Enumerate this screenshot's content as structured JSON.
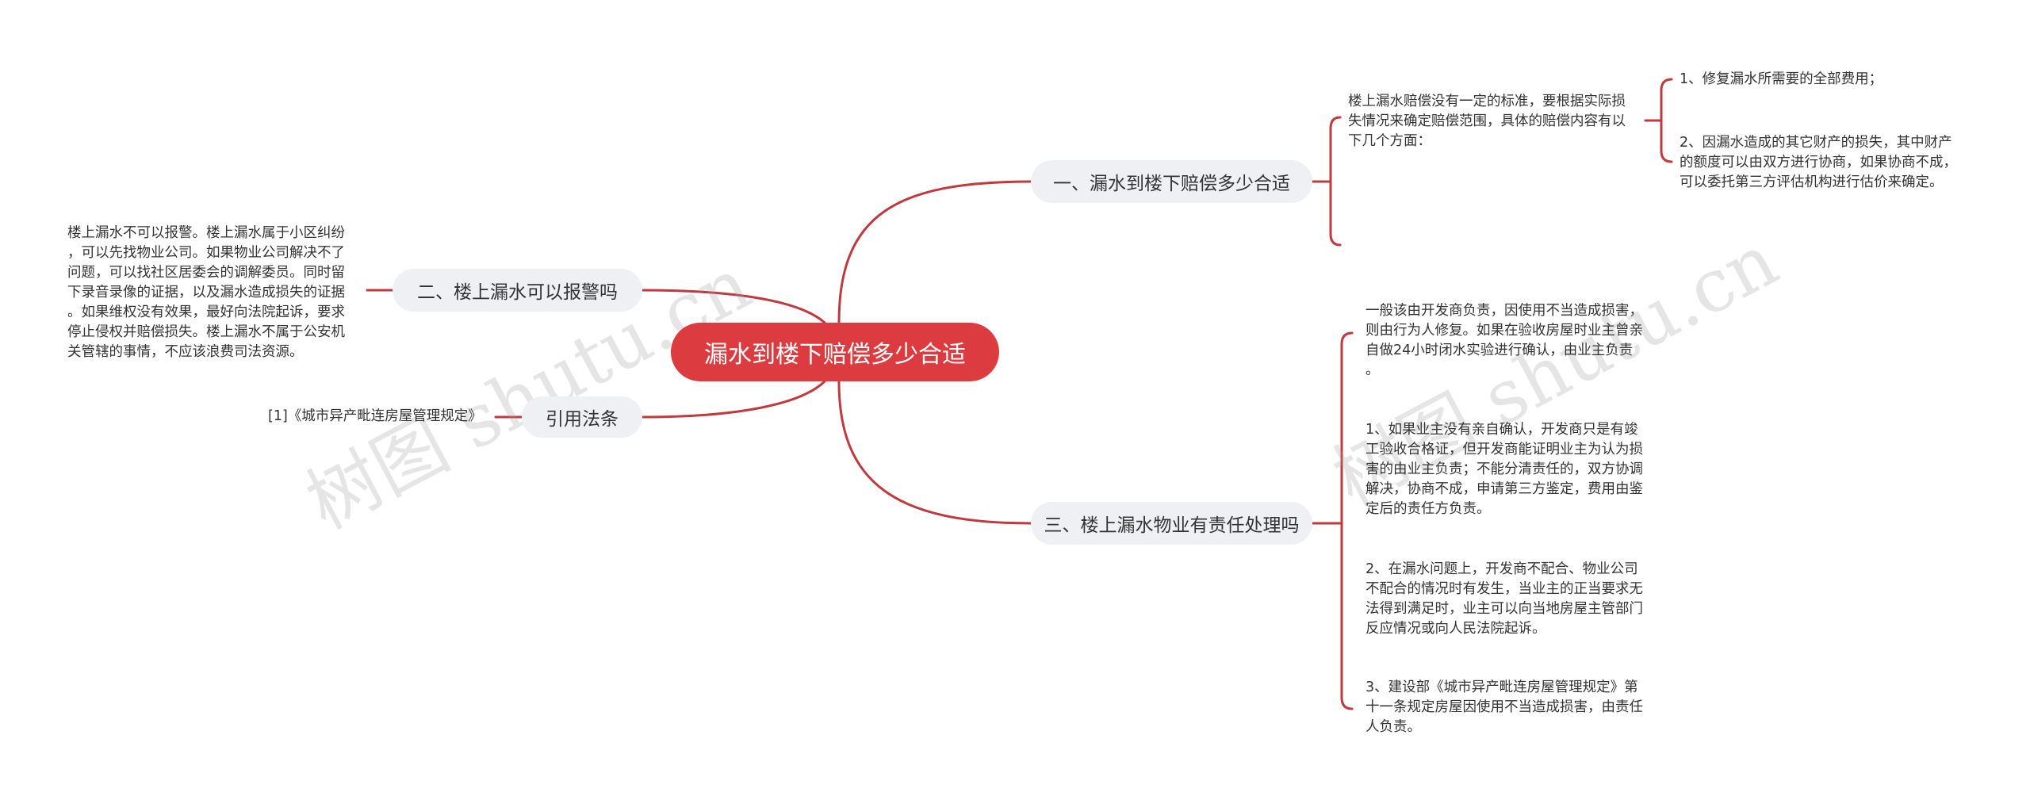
{
  "center": {
    "label": "漏水到楼下赔偿多少合适"
  },
  "branches": {
    "b1": {
      "label": "一、漏水到楼下赔偿多少合适"
    },
    "b2": {
      "label": "二、楼上漏水可以报警吗"
    },
    "b3": {
      "label": "三、楼上漏水物业有责任处理吗"
    },
    "b4": {
      "label": "引用法条"
    }
  },
  "b1_intro": "楼上漏水赔偿没有一定的标准，要根据实际损\n失情况来确定赔偿范围，具体的赔偿内容有以\n下几个方面：",
  "b1_items": [
    "1、修复漏水所需要的全部费用；",
    "2、因漏水造成的其它财产的损失，其中财产\n的额度可以由双方进行协商，如果协商不成，\n可以委托第三方评估机构进行估价来确定。"
  ],
  "b2_text": "楼上漏水不可以报警。楼上漏水属于小区纠纷\n，可以先找物业公司。如果物业公司解决不了\n问题，可以找社区居委会的调解委员。同时留\n下录音录像的证据，以及漏水造成损失的证据\n。如果维权没有效果，最好向法院起诉，要求\n停止侵权并赔偿损失。楼上漏水不属于公安机\n关管辖的事情，不应该浪费司法资源。",
  "b3_items": [
    "一般该由开发商负责，因使用不当造成损害，\n则由行为人修复。如果在验收房屋时业主曾亲\n自做24小时闭水实验进行确认，由业主负责\n。",
    "1、如果业主没有亲自确认，开发商只是有竣\n工验收合格证，但开发商能证明业主为认为损\n害的由业主负责；不能分清责任的，双方协调\n解决，协商不成，申请第三方鉴定，费用由鉴\n定后的责任方负责。",
    "2、在漏水问题上，开发商不配合、物业公司\n不配合的情况时有发生，当业主的正当要求无\n法得到满足时，业主可以向当地房屋主管部门\n反应情况或向人民法院起诉。",
    "3、建设部《城市异产毗连房屋管理规定》第\n十一条规定房屋因使用不当造成损害，由责任\n人负责。"
  ],
  "b4_text": "[1]《城市异产毗连房屋管理规定》",
  "watermarks": [
    "树图 shutu.cn",
    "树图 shutu.cn"
  ],
  "colors": {
    "accent": "#dc3b3f",
    "line": "#c0393e",
    "branch_bg": "#eef0f3"
  }
}
